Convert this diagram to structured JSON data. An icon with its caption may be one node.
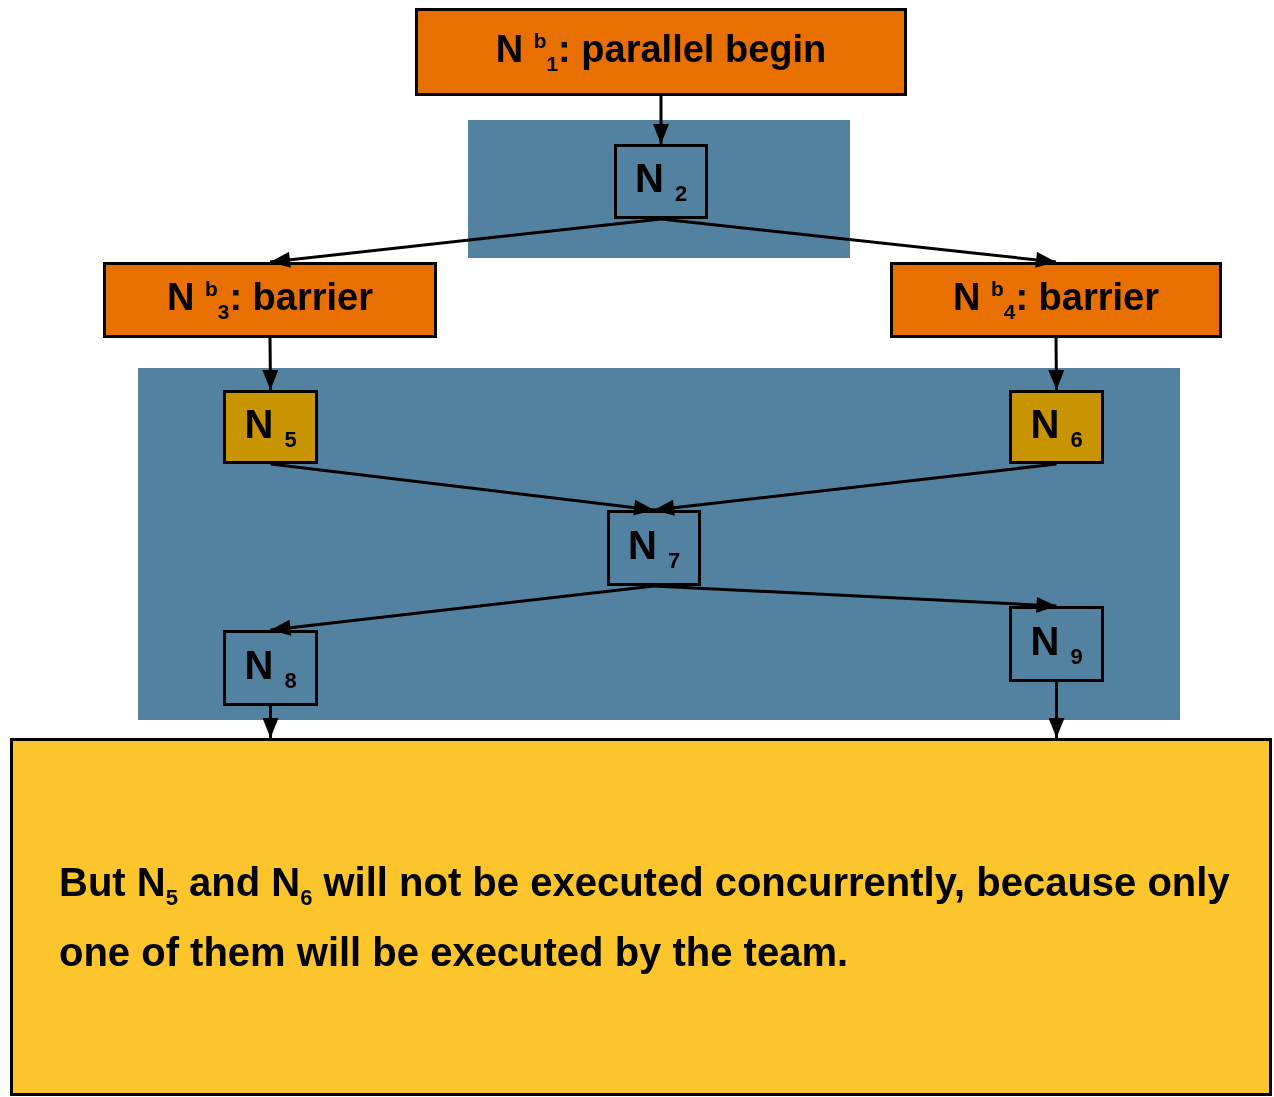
{
  "diagram": {
    "nodes": [
      {
        "text": [
          "N $^{b}$$_{1}$: parallel begin"
        ]
      },
      {
        "text": [],
        "shape": "box"
      },
      {
        "text": [
          "N $_{2}$"
        ],
        "in": 1
      },
      {
        "text": [
          "N $^{b}$$_{3}$: barrier"
        ]
      },
      {
        "text": [
          "N $^{b}$$_{4}$: barrier"
        ]
      },
      {
        "text": [],
        "shape": "box"
      },
      {
        "text": [
          "N $_{5}$"
        ],
        "in": 5
      },
      {
        "text": [
          "N $_{6}$"
        ],
        "in": 5
      },
      {
        "text": [
          "N $_{7}$"
        ],
        "in": 5
      },
      {
        "text": [
          "N $_{8}$"
        ],
        "in": 5
      },
      {
        "text": [
          "N $_{9}$"
        ],
        "in": 5
      },
      {
        "text": [
          "But N$_{5}$ and N$_{6}$ will not be executed concurrently, because only one of them will be executed by the team."
        ]
      }
    ],
    "edges": [
      {
        "from": 0,
        "to": 2,
        "arrow": "to"
      },
      {
        "from": 2,
        "to": 3,
        "arrow": "to"
      },
      {
        "from": 2,
        "to": 4,
        "arrow": "to"
      },
      {
        "from": 3,
        "to": 6,
        "arrow": "to"
      },
      {
        "from": 4,
        "to": 7,
        "arrow": "to"
      },
      {
        "from": 6,
        "to": 8,
        "arrow": "to"
      },
      {
        "from": 7,
        "to": 8,
        "arrow": "to"
      },
      {
        "from": 8,
        "to": 9,
        "arrow": "to"
      },
      {
        "from": 8,
        "to": 10,
        "arrow": "to"
      },
      {
        "from": 9,
        "to": 11,
        "arrow": "to"
      },
      {
        "from": 10,
        "to": 11,
        "arrow": "to"
      }
    ]
  }
}
